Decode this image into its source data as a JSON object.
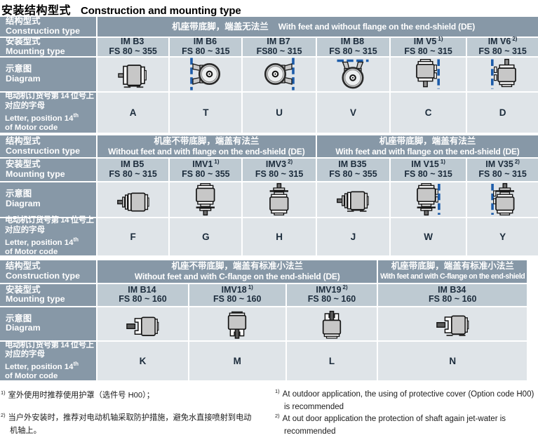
{
  "title": {
    "zh": "安装结构型式",
    "en": "Construction and mounting type"
  },
  "row_labels": {
    "construction": {
      "zh": "结构型式",
      "en": "Construction type"
    },
    "mounting": {
      "zh": "安装型式",
      "en": "Mounting type"
    },
    "diagram": {
      "zh": "示意图",
      "en": "Diagram"
    },
    "letter": {
      "zh1": "电动机订货号第 14 位号上",
      "zh2": "对应的字母",
      "en1": "Letter, position 14",
      "en1_sup": "th",
      "en2": "of Motor code"
    }
  },
  "sections": [
    {
      "bands": [
        {
          "zh": "机座带底脚，端盖无法兰",
          "en": "With feet and without flange on the end-shield (DE)"
        }
      ],
      "columns": [
        {
          "type": "IM B3",
          "sup": "",
          "fs": "FS 80 ~ 355",
          "letter": "A",
          "icon": "motor-side-view-feet-icon"
        },
        {
          "type": "IM B6",
          "sup": "",
          "fs": "FS 80 ~ 315",
          "letter": "T",
          "icon": "motor-end-view-wall-left-icon"
        },
        {
          "type": "IM B7",
          "sup": "",
          "fs": "FS80 ~ 315",
          "letter": "U",
          "icon": "motor-end-view-wall-right-icon"
        },
        {
          "type": "IM B8",
          "sup": "",
          "fs": "FS 80 ~ 315",
          "letter": "V",
          "icon": "motor-end-view-ceiling-icon"
        },
        {
          "type": "IM V5",
          "sup": "1)",
          "fs": "FS 80 ~ 315",
          "letter": "C",
          "icon": "motor-vertical-shaft-down-wall-right-icon"
        },
        {
          "type": "IM V6",
          "sup": "2)",
          "fs": "FS 80 ~ 315",
          "letter": "D",
          "icon": "motor-vertical-shaft-up-wall-left-icon"
        }
      ]
    },
    {
      "bands": [
        {
          "zh": "机座不带底脚，端盖有法兰",
          "en": "Without feet and with flange on the end-shield (DE)"
        },
        {
          "zh": "机座带底脚，端盖有法兰",
          "en": "With feet and with flange on the end-shield (DE)"
        }
      ],
      "columns": [
        {
          "type": "IM B5",
          "sup": "",
          "fs": "FS 80 ~ 315",
          "letter": "F",
          "icon": "motor-flange-left-icon"
        },
        {
          "type": "IMV1",
          "sup": "1)",
          "fs": "FS 80 ~ 355",
          "letter": "G",
          "icon": "motor-vertical-flange-shaft-down-icon"
        },
        {
          "type": "IMV3",
          "sup": "2)",
          "fs": "FS 80 ~ 315",
          "letter": "H",
          "icon": "motor-vertical-flange-shaft-up-icon"
        },
        {
          "type": "IM B35",
          "sup": "",
          "fs": "FS 80 ~ 355",
          "letter": "J",
          "icon": "motor-flange-left-feet-icon"
        },
        {
          "type": "IM V15",
          "sup": "1)",
          "fs": "FS 80 ~ 315",
          "letter": "W",
          "icon": "motor-vertical-flange-shaft-down-wall-right-icon"
        },
        {
          "type": "IM V35",
          "sup": "2)",
          "fs": "FS 80 ~ 315",
          "letter": "Y",
          "icon": "motor-vertical-flange-shaft-up-wall-left-icon"
        }
      ]
    },
    {
      "bands": [
        {
          "zh": "机座不带底脚，端盖有标准小法兰",
          "en": "Without feet and with C-flange on the end-shield (DE)"
        },
        {
          "zh": "机座带底脚，端盖有标准小法兰",
          "en": "With feet and with C-flange on the end-shield"
        }
      ],
      "columns": [
        {
          "type": "IM B14",
          "sup": "",
          "fs": "FS 80 ~ 160",
          "letter": "K",
          "icon": "motor-cflange-left-icon"
        },
        {
          "type": "IMV18",
          "sup": "1)",
          "fs": "FS 80 ~ 160",
          "letter": "M",
          "icon": "motor-vertical-cflange-shaft-down-icon"
        },
        {
          "type": "IMV19",
          "sup": "2)",
          "fs": "FS 80 ~ 160",
          "letter": "L",
          "icon": "motor-vertical-cflange-shaft-up-icon"
        },
        {
          "type": "IM B34",
          "sup": "",
          "fs": "FS 80 ~ 160",
          "letter": "N",
          "icon": "motor-cflange-left-feet-icon"
        }
      ]
    }
  ],
  "footnotes": {
    "zh1_sup": "1)",
    "zh1_line1": "室外使用时推荐使用护罩（选件号 H00）；",
    "zh2_sup": "2)",
    "zh2_line1": "当户外安装时，推荐对电动机轴采取防护措施，避免水直接喷射到电动",
    "zh2_line2": "机轴上。",
    "en1_sup": "1)",
    "en1_line1": "At outdoor application, the using of protective cover (Option code H00)",
    "en1_line2": "is recommended",
    "en2_sup": "2)",
    "en2_line1": "At out door application the protection of shaft again jet-water is",
    "en2_line2": "recommended"
  },
  "colors": {
    "header_blue": "#8798A7",
    "mounting_row_bg": "#BECAD2",
    "light_row_bg": "#DFE4E8",
    "dark_text": "#1C2C3C",
    "wall_dash_blue": "#1D5CA9",
    "motor_body_gray": "#C7C7C7"
  }
}
